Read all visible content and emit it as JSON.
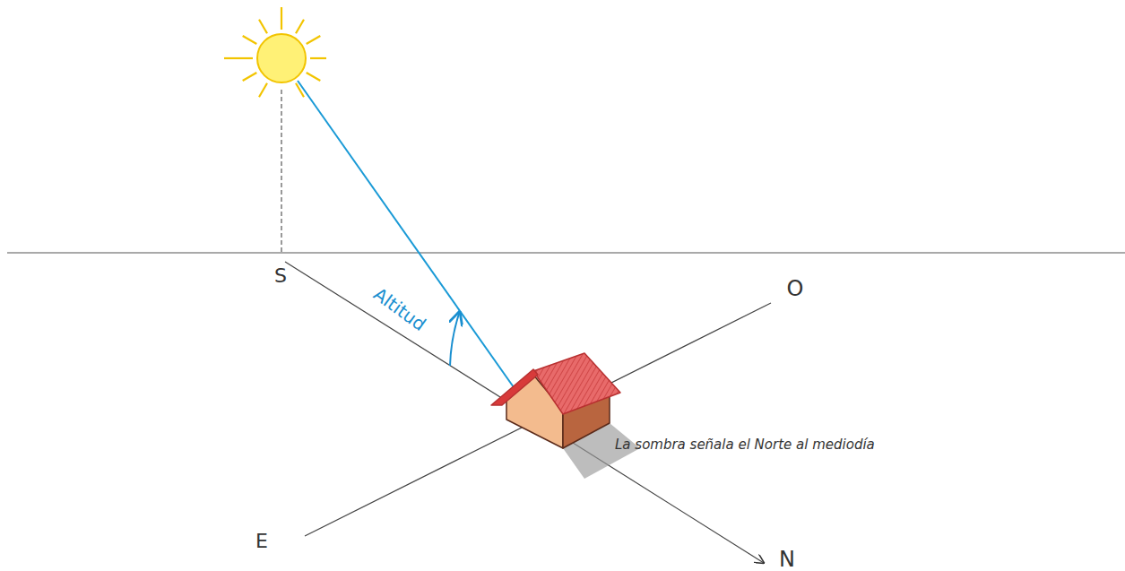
{
  "diagram": {
    "labels": [
      "S",
      "O",
      "E",
      "N",
      "Altitud",
      "La sombra señala el Norte al mediodía"
    ]
  }
}
